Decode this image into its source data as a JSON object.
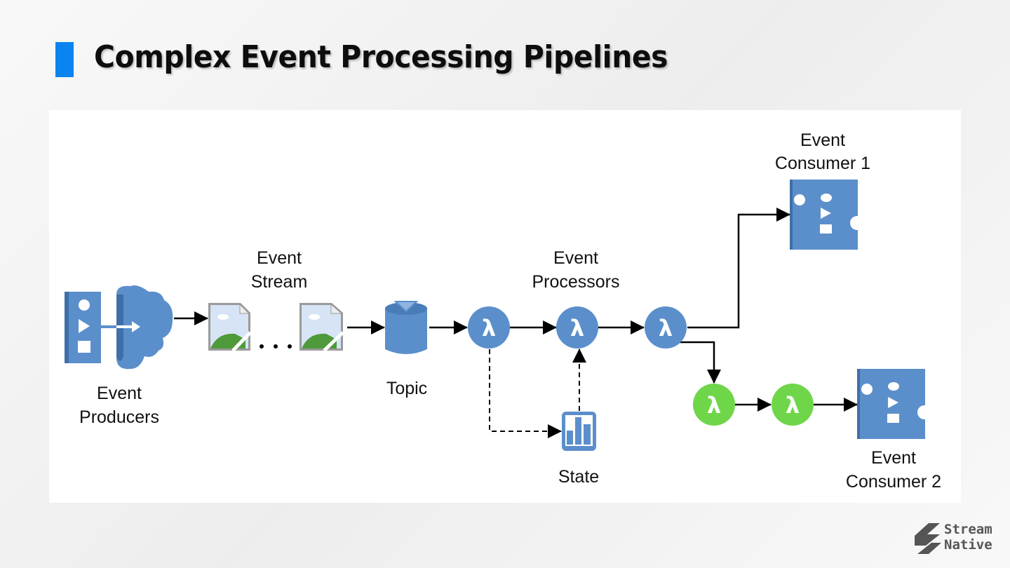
{
  "slide": {
    "title": "Complex Event Processing Pipelines",
    "accent_color": "#0a84f0"
  },
  "diagram": {
    "nodes": {
      "producers": {
        "label_line1": "Event",
        "label_line2": "Producers",
        "icon": "producer-cloud-icon"
      },
      "stream": {
        "label_line1": "Event",
        "label_line2": "Stream",
        "icon": "event-image-icon",
        "ellipsis": "..."
      },
      "topic": {
        "label": "Topic",
        "icon": "topic-bucket-icon"
      },
      "processors": {
        "label_line1": "Event",
        "label_line2": "Processors",
        "symbol": "λ"
      },
      "state": {
        "label": "State",
        "icon": "state-chart-icon"
      },
      "consumer1": {
        "label_line1": "Event",
        "label_line2": "Consumer 1",
        "icon": "consumer-app-icon"
      },
      "consumer2": {
        "label_line1": "Event",
        "label_line2": "Consumer 2",
        "icon": "consumer-app-icon"
      },
      "green_processors": {
        "symbol": "λ"
      }
    },
    "colors": {
      "node_blue": "#5b8fcb",
      "node_green": "#6fd64a",
      "edge": "#000000"
    }
  },
  "footer": {
    "logo_line1": "Stream",
    "logo_line2": "Native"
  }
}
